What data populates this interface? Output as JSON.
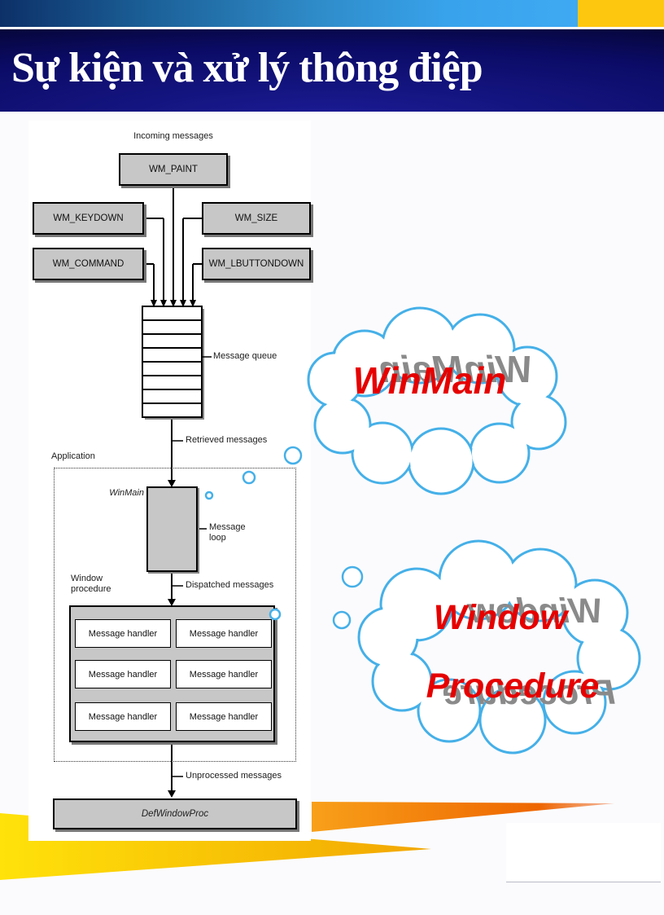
{
  "title": "Sự kiện và xử lý thông điệp",
  "diagram": {
    "incoming_label": "Incoming messages",
    "messages": {
      "paint": "WM_PAINT",
      "keydown": "WM_KEYDOWN",
      "size": "WM_SIZE",
      "command": "WM_COMMAND",
      "lbuttondown": "WM_LBUTTONDOWN"
    },
    "queue_label": "Message queue",
    "queue_rows": 8,
    "retrieved_label": "Retrieved messages",
    "application_label": "Application",
    "winmain_label": "WinMain",
    "message_loop_label": "Message loop",
    "dispatched_label": "Dispatched messages",
    "window_procedure_label": "Window procedure",
    "handlers": [
      "Message handler",
      "Message handler",
      "Message handler",
      "Message handler",
      "Message handler",
      "Message handler"
    ],
    "unprocessed_label": "Unprocessed messages",
    "defwindowproc_label": "DefWindowProc"
  },
  "callouts": {
    "winmain": "WinMain",
    "window_procedure_line1": "Window",
    "window_procedure_line2": "Procedure"
  },
  "colors": {
    "title_band_navy": "#0b0b66",
    "header_blue": "#38a3ec",
    "gold_corner": "#fec70f",
    "cloud_stroke": "#45b0e8",
    "callout_red": "#e60000",
    "callout_shadow_gray": "#8a8a8a",
    "box_gray": "#c7c7c7",
    "swoosh_yellow": "#ffdf00",
    "swoosh_orange": "#ee7500"
  }
}
